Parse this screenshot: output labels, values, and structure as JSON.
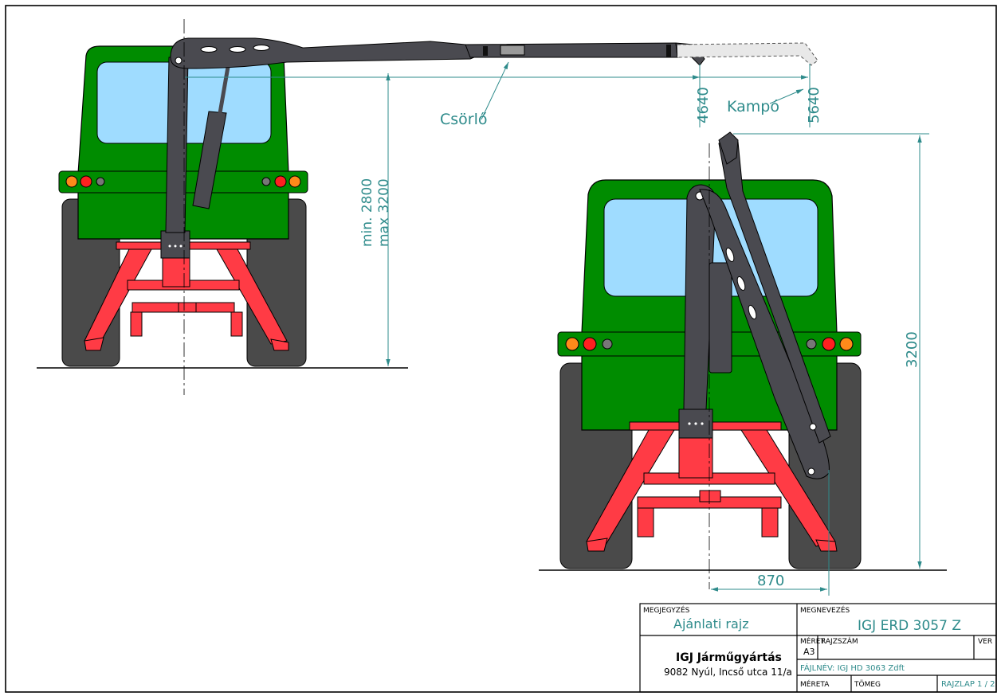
{
  "labels": {
    "winch": "Csörlő",
    "hook": "Kampó",
    "reach_4640": "4640",
    "reach_5640": "5640",
    "height_min": "min. 2800",
    "height_max": "max 3200",
    "height_3200": "3200",
    "width_870": "870"
  },
  "title_block": {
    "note_header": "MEGJEGYZÉS",
    "note_value": "Ajánlati rajz",
    "name_header": "MEGNEVEZÉS",
    "name_value": "IGJ ERD 3057 Z",
    "company_name": "IGJ Járműgyártás",
    "company_address": "9082 Nyúl, Incső utca 11/a",
    "size_header": "MÉRET",
    "size_value": "A3",
    "drawing_no_header": "RAJZSZÁM",
    "version_header": "VER",
    "filename": "FÁJLNÉV: IGJ HD 3063 Zdft",
    "scale_header": "MÉRETA",
    "mass_header": "TÖMEG",
    "sheet": "RAJZLAP 1 / 2"
  },
  "colors": {
    "cab": "#008c00",
    "window": "#9fdcff",
    "frame": "#ff3b45",
    "crane": "#4a4a50",
    "tire": "#4a4a4a",
    "dimension": "#2e8b8b"
  }
}
